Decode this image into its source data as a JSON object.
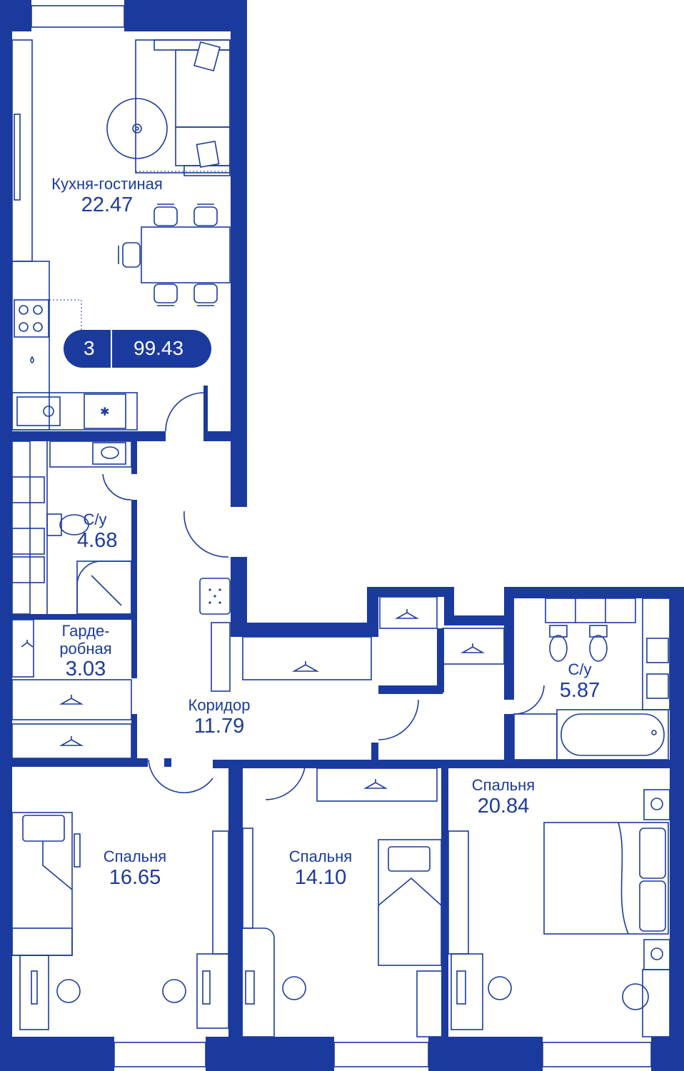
{
  "summary": {
    "rooms": "3",
    "total_area": "99.43"
  },
  "rooms": {
    "kitchen": {
      "name": "Кухня-гостиная",
      "area": "22.47"
    },
    "bath1": {
      "name": "С/у",
      "area": "4.68"
    },
    "wardrobe": {
      "name": "Гарде-\nробная",
      "area": "3.03"
    },
    "corridor": {
      "name": "Коридор",
      "area": "11.79"
    },
    "bath2": {
      "name": "С/у",
      "area": "5.87"
    },
    "bed_left": {
      "name": "Спальня",
      "area": "16.65"
    },
    "bed_mid": {
      "name": "Спальня",
      "area": "14.10"
    },
    "bed_right": {
      "name": "Спальня",
      "area": "20.84"
    }
  },
  "colors": {
    "wall": "#1b3a9e",
    "background": "#ffffff"
  }
}
